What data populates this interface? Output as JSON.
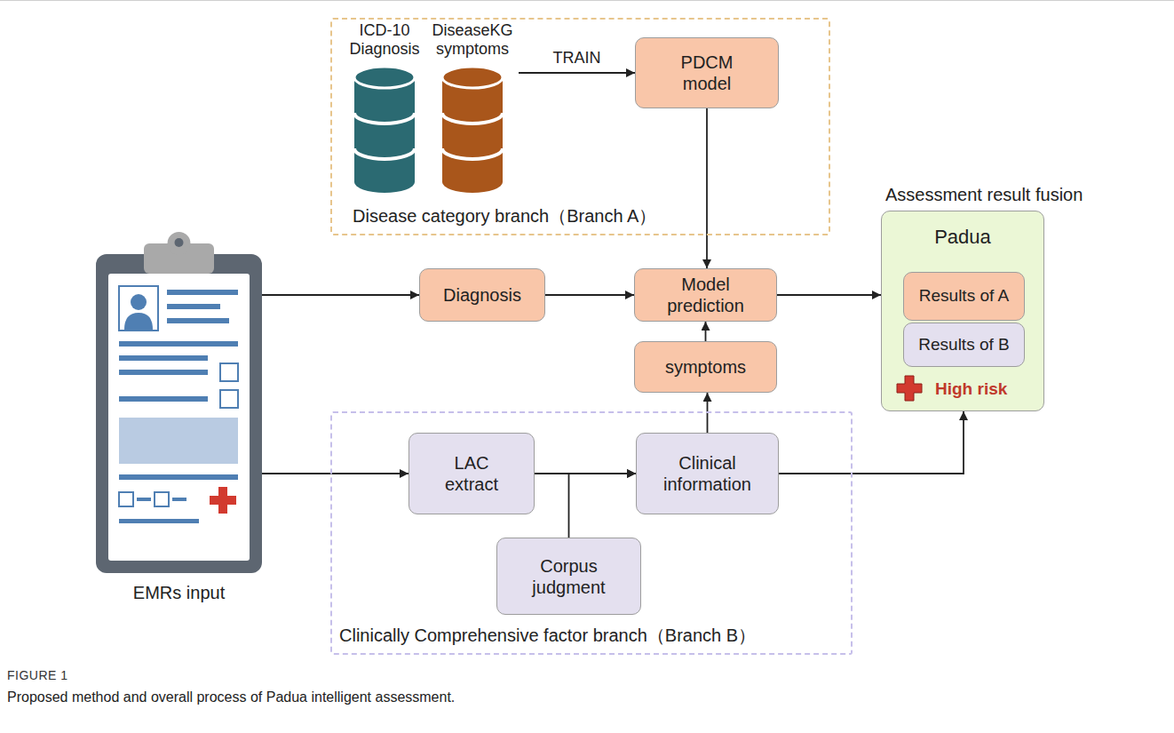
{
  "diagram": {
    "caption": "Proposed method and overall process of Padua intelligent assessment.",
    "nodes": [
      {
        "text": [
          "Disease category branch（Branch A）"
        ]
      },
      {
        "text": [
          "ICD-10 Diagnosis"
        ],
        "in": 0
      },
      {
        "text": [
          "DiseaseKG symptoms"
        ],
        "in": 0
      },
      {
        "text": [
          "PDCM model"
        ],
        "in": 0
      },
      {
        "text": [
          "EMRs input"
        ]
      },
      {
        "text": [
          "Diagnosis"
        ]
      },
      {
        "text": [
          "Model prediction"
        ]
      },
      {
        "text": [
          "Assessment result fusion",
          "Padua",
          "High risk"
        ]
      },
      {
        "text": [
          "Results of A"
        ],
        "in": 7
      },
      {
        "text": [
          "Results of B"
        ],
        "in": 7
      },
      {
        "text": [
          "symptoms"
        ]
      },
      {
        "text": [
          "Clinically Comprehensive factor branch（Branch B）"
        ]
      },
      {
        "text": [
          "LAC extract"
        ],
        "in": 11
      },
      {
        "text": [
          "Clinical information"
        ],
        "in": 11
      },
      {
        "text": [
          "Corpus judgment"
        ],
        "in": 11
      }
    ],
    "edges": [
      {
        "from": 2,
        "to": 3,
        "label": "TRAIN",
        "arrow": "to"
      },
      {
        "from": 3,
        "to": 6,
        "arrow": "to"
      },
      {
        "from": 4,
        "to": 5,
        "arrow": "to"
      },
      {
        "from": 5,
        "to": 6,
        "arrow": "to"
      },
      {
        "from": 6,
        "to": 7,
        "arrow": "to"
      },
      {
        "from": 4,
        "to": 12,
        "arrow": "to"
      },
      {
        "from": 12,
        "to": 13,
        "arrow": "to"
      },
      {
        "from": 14,
        "to": 13,
        "arrow": "to"
      },
      {
        "from": 13,
        "to": 10,
        "arrow": "to"
      },
      {
        "from": 10,
        "to": 6,
        "arrow": "to"
      },
      {
        "from": 13,
        "to": 7,
        "arrow": "to"
      }
    ],
    "labels": [
      "FIGURE 1"
    ]
  }
}
